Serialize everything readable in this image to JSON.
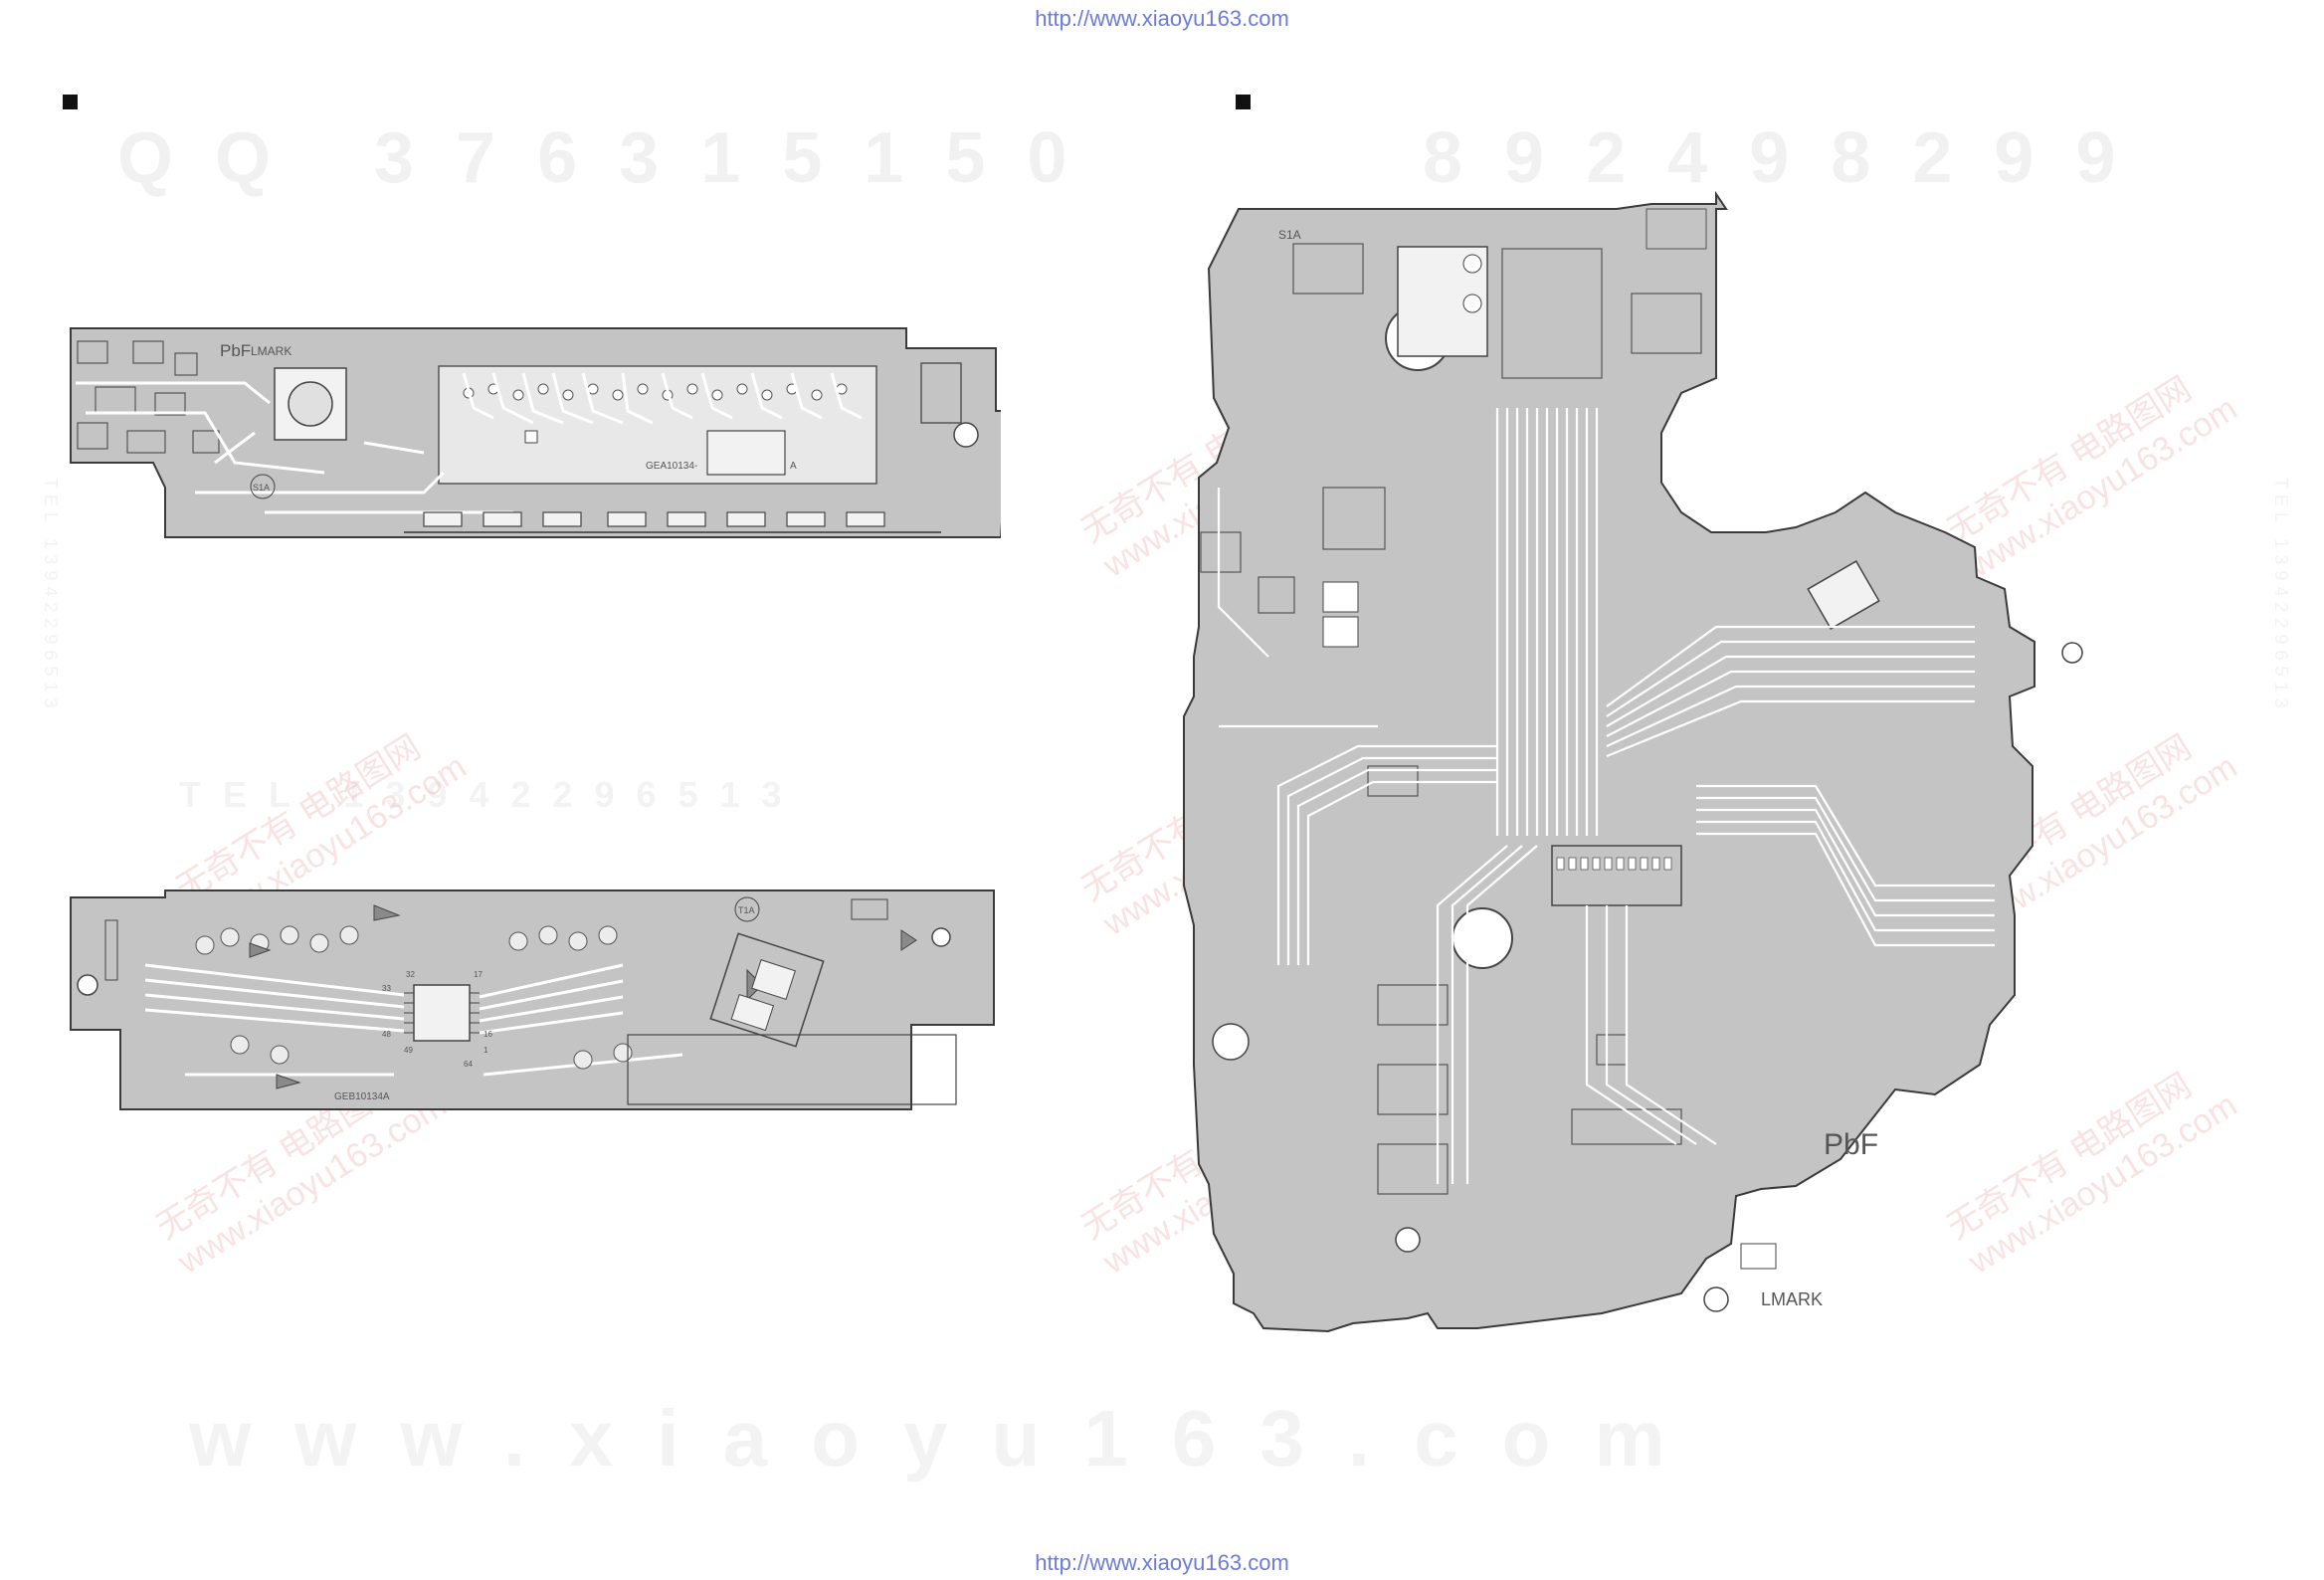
{
  "header": {
    "url_top": "http://www.xiaoyu163.com",
    "url_bottom": "http://www.xiaoyu163.com"
  },
  "watermarks": {
    "qq_left": "QQ 376315150",
    "qq_right": "892498299",
    "phone": "TEL 13942296513",
    "site": "www.xiaoyu163.com",
    "cn_1": "无奇不有 电路图网",
    "cn_2": "www.xiaoyu163.com"
  },
  "boards": {
    "top_left": {
      "labels": {
        "pbf": "PbF",
        "mark": "LMARK",
        "code": "GEA10134-",
        "suffix": "A",
        "s1a": "S1A"
      }
    },
    "bottom_left": {
      "labels": {
        "code": "GEB10134A",
        "t1a": "T1A",
        "pin33": "33",
        "pin32": "32",
        "pin48": "48",
        "pin49": "49",
        "pin64": "64",
        "pin16": "16",
        "pin1": "1",
        "pin17": "17"
      }
    },
    "right": {
      "labels": {
        "s1a": "S1A",
        "pbf": "PbF",
        "mark": "LMARK"
      }
    }
  },
  "colors": {
    "board_fill": "#c4c4c4",
    "board_outline": "#3a3a3a",
    "trace": "#ffffff",
    "link": "#6b7bd6"
  }
}
